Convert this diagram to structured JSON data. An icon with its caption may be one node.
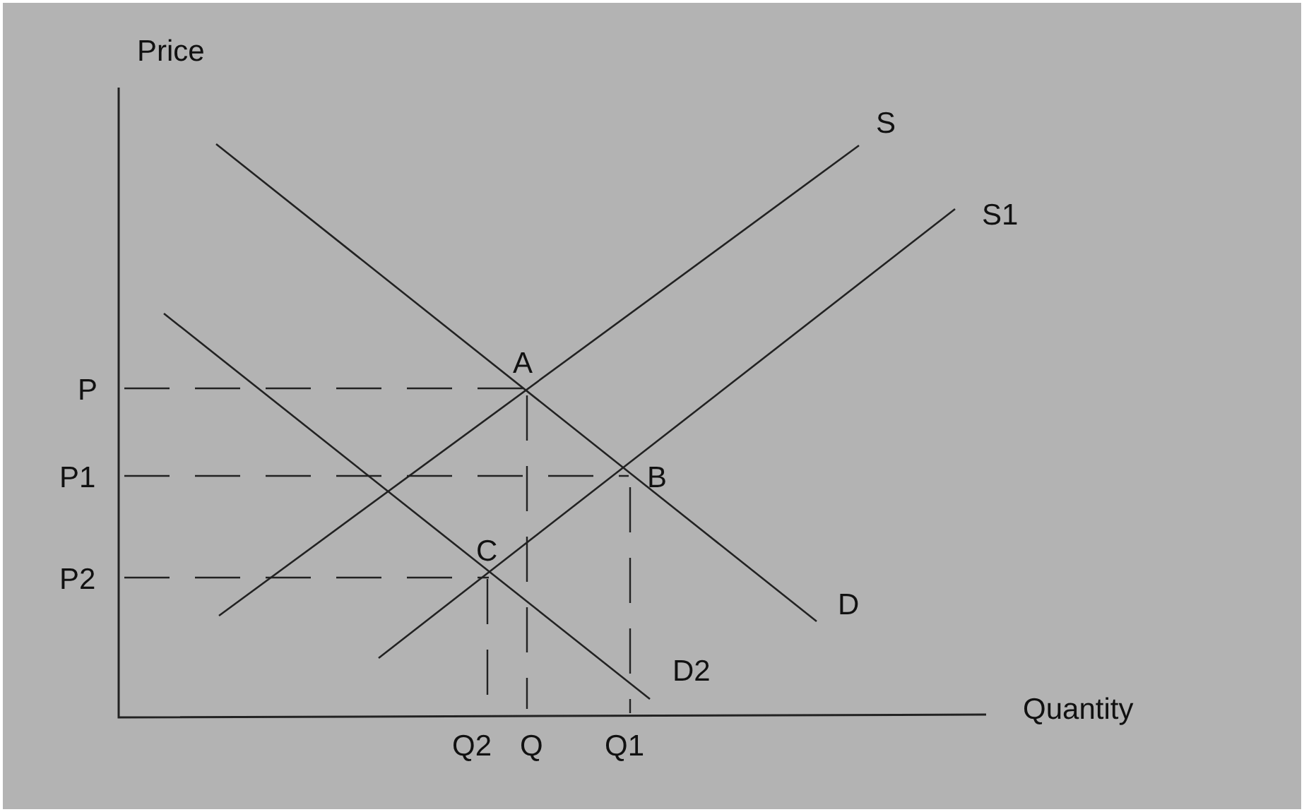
{
  "diagram": {
    "labels": [
      "Price",
      "S",
      "S1",
      "P",
      "A",
      "P1",
      "B",
      "P2",
      "C",
      "D",
      "D2",
      "Quantity",
      "Q2",
      "Q",
      "Q1"
    ]
  }
}
